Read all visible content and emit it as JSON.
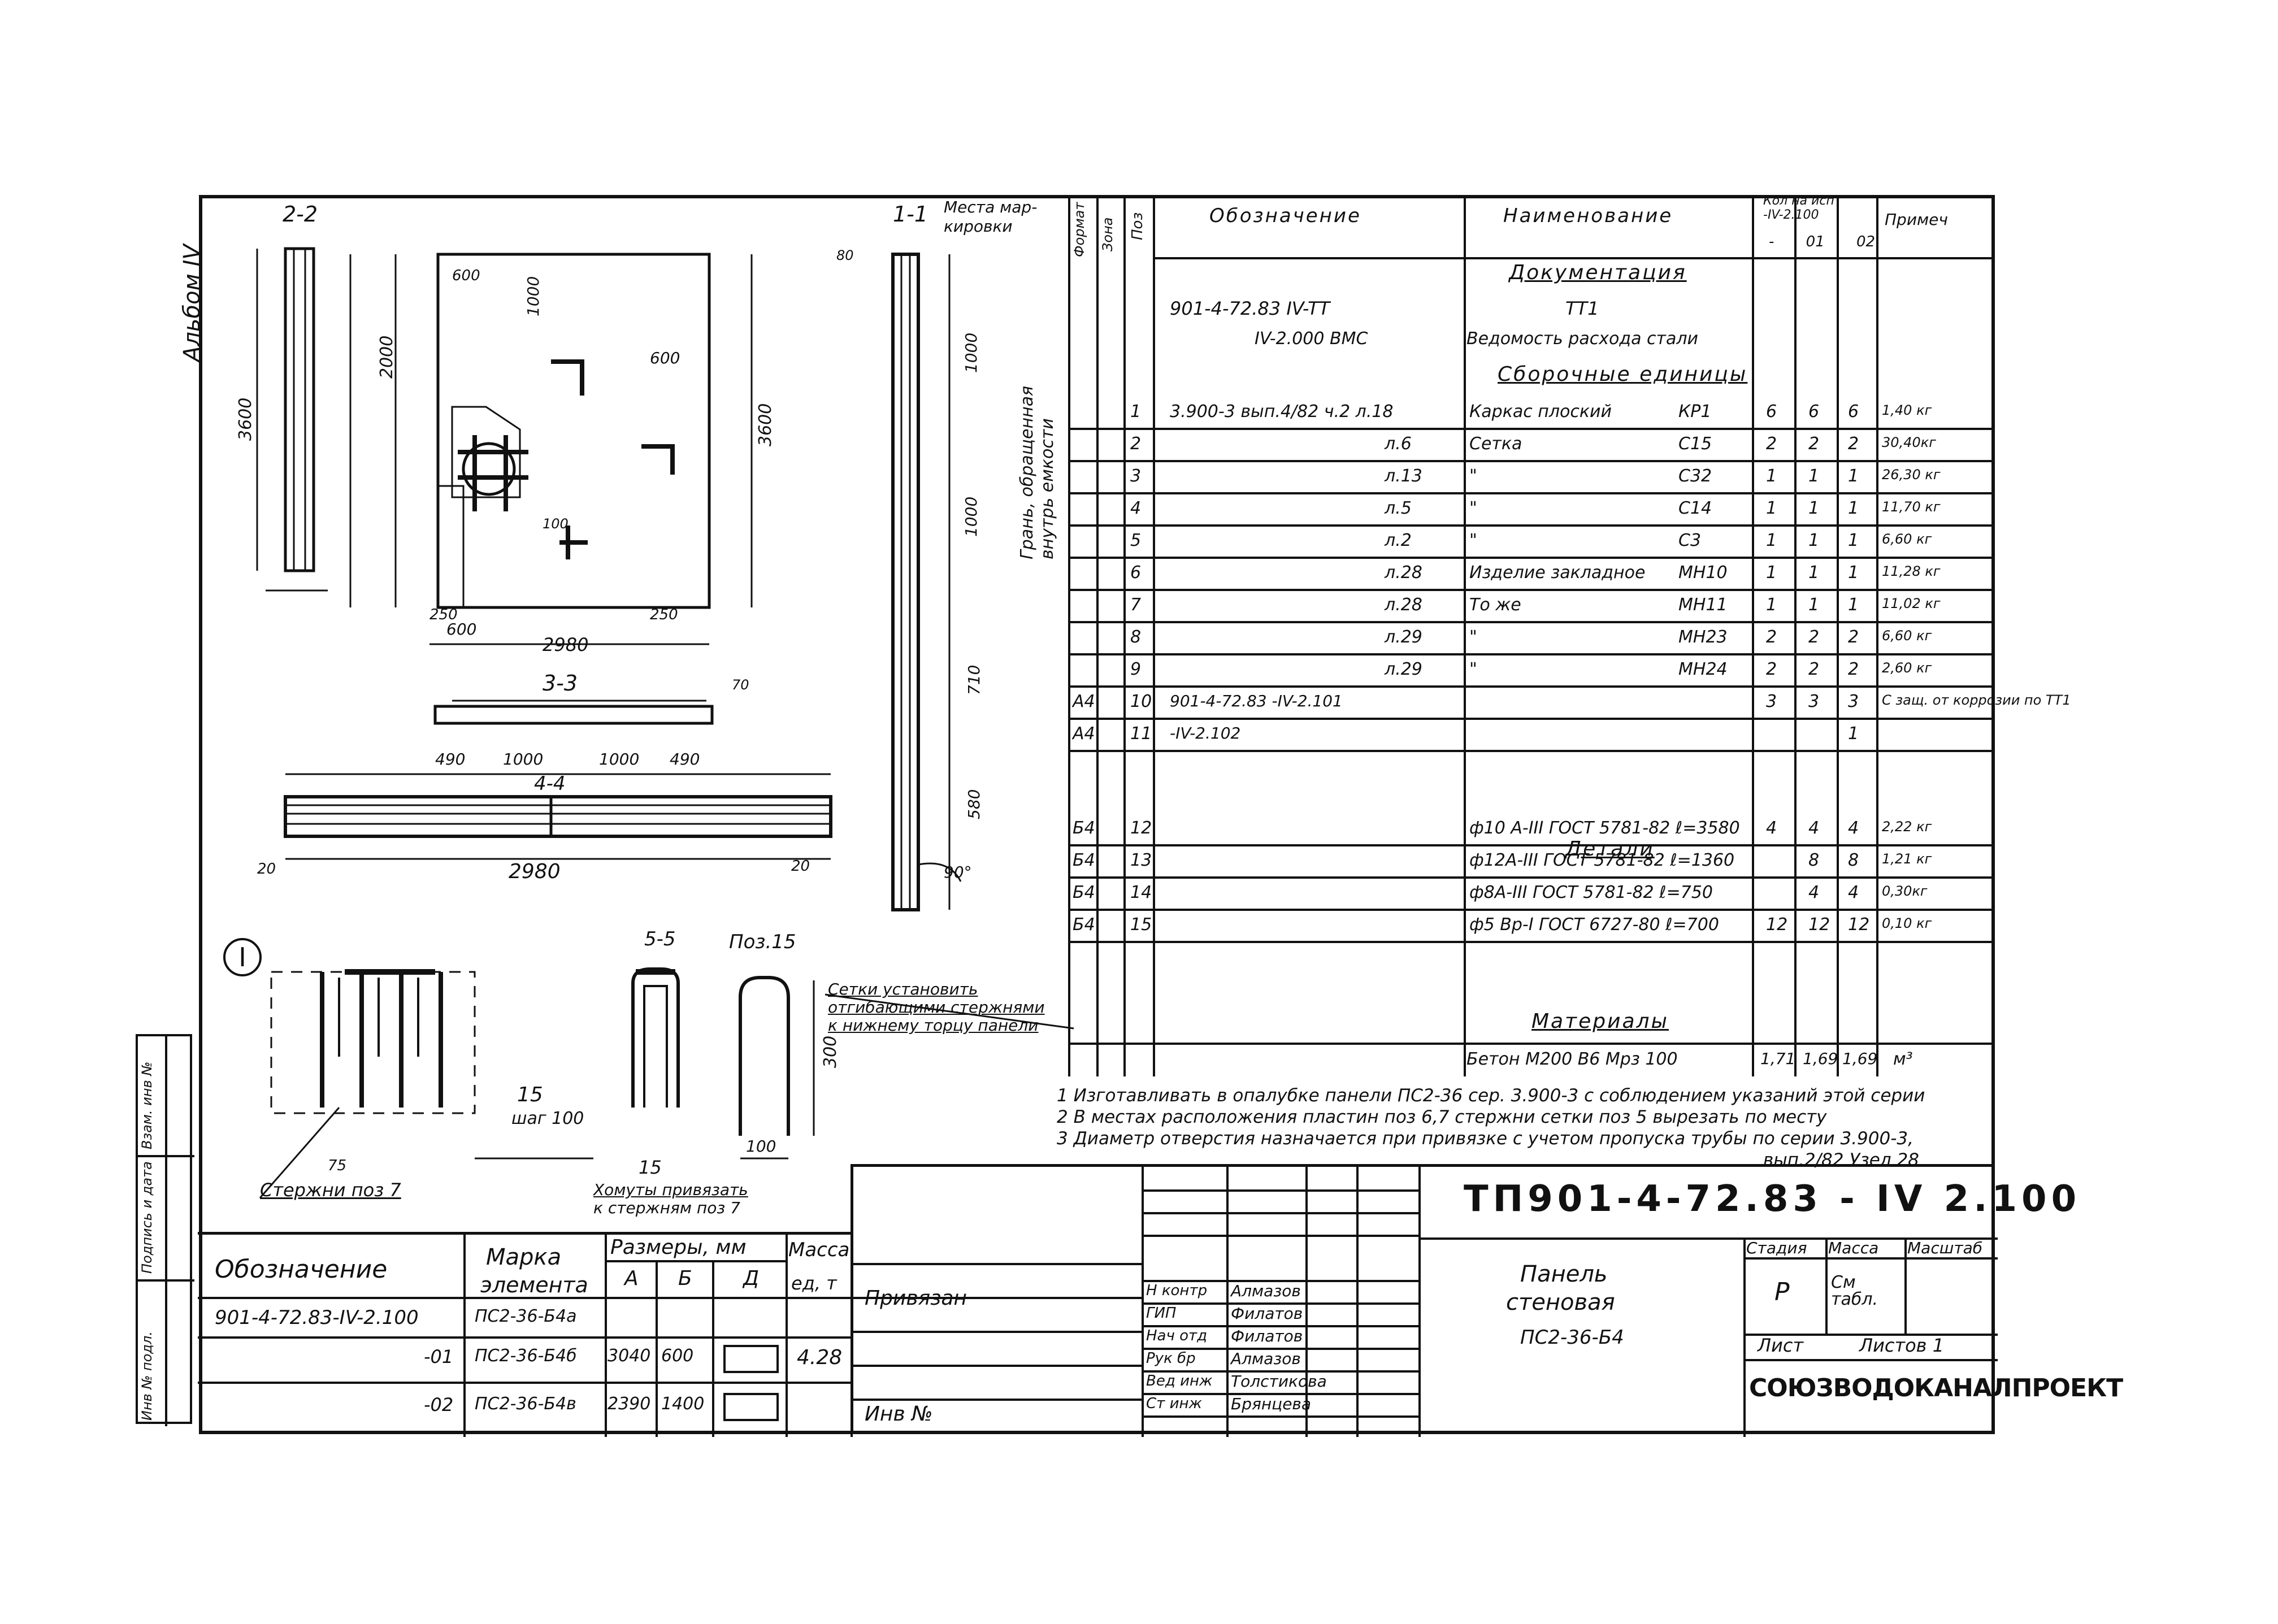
{
  "album": "Альбом IV",
  "drawings": {
    "sec22": "2-2",
    "sec33": "3-3",
    "sec44": "4-4",
    "sec55": "5-5",
    "sec11": "1-1",
    "marking_note": [
      "Места мар-",
      "кировки"
    ],
    "edge_note": [
      "Грань, обращенная",
      "внутрь емкости"
    ],
    "pos15": "Поз.15",
    "node": "I",
    "dims": {
      "d3600a": "3600",
      "d2000": "2000",
      "d600": "600",
      "d1000": "1000",
      "d2980": "2980",
      "d490": "490",
      "d100": "100",
      "d250": "250",
      "d300": "300",
      "d710": "710",
      "d580": "580",
      "d90": "90°",
      "d20": "20",
      "d15": "15",
      "d75": "75",
      "d70": "70",
      "d80": "80",
      "step": "шаг 100"
    },
    "notes": {
      "mesh": [
        "Сетки установить",
        "отгибающими стержнями",
        "к нижнему торцу панели"
      ],
      "rods": "Стержни поз 7",
      "clamps": [
        "Хомуты привязать",
        "к стержням поз 7"
      ]
    }
  },
  "spec": {
    "headers": {
      "format": "Формат",
      "zone": "Зона",
      "pos": "Поз",
      "designation": "Обозначение",
      "name": "Наименование",
      "qty": "Кол на исп",
      "qty_sub": "-IV-2.100",
      "qty_cols": "- 01 02",
      "note": "Примеч"
    },
    "sections": {
      "docs": "Документация",
      "assemblies": "Сборочные единицы",
      "details": "Детали",
      "materials": "Материалы"
    },
    "doc_rows": [
      {
        "designation": "901-4-72.83 IV-TT",
        "name": "TT1"
      },
      {
        "designation": "IV-2.000 ВМС",
        "name": "Ведомость расхода стали"
      }
    ],
    "rows": [
      {
        "fmt": "",
        "pos": "1",
        "designation": "3.900-3 вып.4/82 ч.2 л.18",
        "name": "Каркас плоский",
        "code": "КР1",
        "q1": "6",
        "q2": "6",
        "q3": "6",
        "note": "1,40 кг"
      },
      {
        "fmt": "",
        "pos": "2",
        "designation": "л.6",
        "name": "Сетка",
        "code": "С15",
        "q1": "2",
        "q2": "2",
        "q3": "2",
        "note": "30,40кг"
      },
      {
        "fmt": "",
        "pos": "3",
        "designation": "л.13",
        "name": "\"",
        "code": "С32",
        "q1": "1",
        "q2": "1",
        "q3": "1",
        "note": "26,30 кг"
      },
      {
        "fmt": "",
        "pos": "4",
        "designation": "л.5",
        "name": "\"",
        "code": "С14",
        "q1": "1",
        "q2": "1",
        "q3": "1",
        "note": "11,70 кг"
      },
      {
        "fmt": "",
        "pos": "5",
        "designation": "л.2",
        "name": "\"",
        "code": "С3",
        "q1": "1",
        "q2": "1",
        "q3": "1",
        "note": "6,60 кг"
      },
      {
        "fmt": "",
        "pos": "6",
        "designation": "л.28",
        "name": "Изделие закладное",
        "code": "МН10",
        "q1": "1",
        "q2": "1",
        "q3": "1",
        "note": "11,28 кг"
      },
      {
        "fmt": "",
        "pos": "7",
        "designation": "л.28",
        "name": "То же",
        "code": "МН11",
        "q1": "1",
        "q2": "1",
        "q3": "1",
        "note": "11,02 кг"
      },
      {
        "fmt": "",
        "pos": "8",
        "designation": "л.29",
        "name": "\"",
        "code": "МН23",
        "q1": "2",
        "q2": "2",
        "q3": "2",
        "note": "6,60 кг"
      },
      {
        "fmt": "",
        "pos": "9",
        "designation": "л.29",
        "name": "\"",
        "code": "МН24",
        "q1": "2",
        "q2": "2",
        "q3": "2",
        "note": "2,60 кг"
      },
      {
        "fmt": "А4",
        "pos": "10",
        "designation": "901-4-72.83 -IV-2.101",
        "name": "",
        "code": "",
        "q1": "3",
        "q2": "3",
        "q3": "3",
        "note": "С защ. от коррозии по ТТ1"
      },
      {
        "fmt": "А4",
        "pos": "11",
        "designation": "-IV-2.102",
        "name": "",
        "code": "",
        "q1": "",
        "q2": "",
        "q3": "1",
        "note": ""
      },
      {
        "fmt": "Б4",
        "pos": "12",
        "designation": "",
        "name": "ф10 A-III ГОСТ 5781-82 ℓ=3580",
        "code": "",
        "q1": "4",
        "q2": "4",
        "q3": "4",
        "note": "2,22 кг"
      },
      {
        "fmt": "Б4",
        "pos": "13",
        "designation": "",
        "name": "ф12A-III ГОСТ 5781-82 ℓ=1360",
        "code": "",
        "q1": "",
        "q2": "8",
        "q3": "8",
        "note": "1,21 кг"
      },
      {
        "fmt": "Б4",
        "pos": "14",
        "designation": "",
        "name": "ф8A-III ГОСТ 5781-82 ℓ=750",
        "code": "",
        "q1": "",
        "q2": "4",
        "q3": "4",
        "note": "0,30кг"
      },
      {
        "fmt": "Б4",
        "pos": "15",
        "designation": "",
        "name": "ф5 Вр-I ГОСТ 6727-80 ℓ=700",
        "code": "",
        "q1": "12",
        "q2": "12",
        "q3": "12",
        "note": "0,10 кг"
      }
    ],
    "material_row": {
      "name": "Бетон М200 В6 Мрз 100",
      "q1": "1,71",
      "q2": "1,69",
      "q3": "1,69",
      "note": "м³"
    }
  },
  "footnotes": [
    "1 Изготавливать в опалубке панели ПС2-36 сер. 3.900-3 с соблюдением указаний этой серии",
    "2 В местах расположения пластин поз 6,7 стержни сетки поз 5 вырезать по месту",
    "3 Диаметр отверстия назначается при привязке с учетом пропуска трубы по серии 3.900-3,",
    "вып.2/82 Узел 28"
  ],
  "element_table": {
    "headers": {
      "designation": "Обозначение",
      "mark": [
        "Марка",
        "элемента"
      ],
      "dims": "Размеры, мм",
      "A": "А",
      "B": "Б",
      "D": "Д",
      "mass": [
        "Масса",
        "ед, т"
      ]
    },
    "rows": [
      {
        "designation": "901-4-72.83-IV-2.100",
        "mark": "ПС2-36-Б4а",
        "A": "",
        "B": "",
        "mass": ""
      },
      {
        "designation": "-01",
        "mark": "ПС2-36-Б4б",
        "A": "3040",
        "B": "600",
        "mass": "4.28"
      },
      {
        "designation": "-02",
        "mark": "ПС2-36-Б4в",
        "A": "2390",
        "B": "1400",
        "mass": ""
      }
    ]
  },
  "side_stamps": [
    "Взам. инв №",
    "Подпись и дата",
    "Инв № подл."
  ],
  "title_block": {
    "doc_number": "ТП901-4-72.83 - IV 2.100",
    "title": [
      "Панель",
      "стеновая",
      "ПС2-36-Б4"
    ],
    "privyazan": "Привязан",
    "inv": "Инв №",
    "stage_label": "Стадия",
    "stage": "Р",
    "mass_label": "Масса",
    "mass": "См табл.",
    "scale_label": "Масштаб",
    "sheet_label": "Лист",
    "sheets_label": "Листов 1",
    "org": "СОЮЗВОДОКАНАЛПРОЕКТ",
    "people": [
      {
        "role": "Н контр",
        "name": "Алмазов"
      },
      {
        "role": "ГИП",
        "name": "Филатов"
      },
      {
        "role": "Нач отд",
        "name": "Филатов"
      },
      {
        "role": "Рук бр",
        "name": "Алмазов"
      },
      {
        "role": "Вед инж",
        "name": "Толстикова"
      },
      {
        "role": "Ст инж",
        "name": "Брянцева"
      }
    ]
  }
}
